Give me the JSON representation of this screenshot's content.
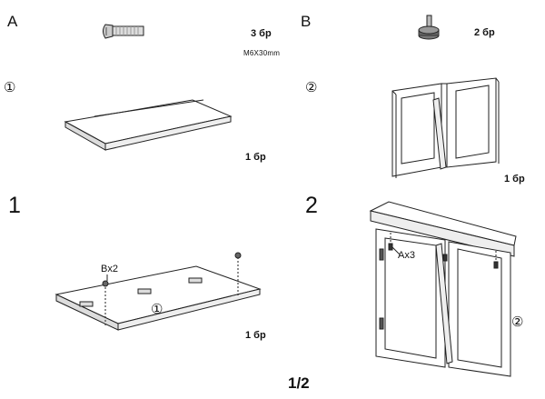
{
  "parts": {
    "a": {
      "letter": "A",
      "qty": "3 бр",
      "spec": "M6X30mm"
    },
    "b": {
      "letter": "B",
      "qty": "2 бр"
    }
  },
  "components": {
    "one": {
      "marker": "①",
      "qty": "1 бр"
    },
    "two": {
      "marker": "②",
      "qty": "1 бр"
    }
  },
  "steps": {
    "one": {
      "number": "1",
      "callout": "Bx2",
      "marker": "①",
      "qty": "1 бр"
    },
    "two": {
      "number": "2",
      "callout": "Ax3",
      "marker": "②"
    }
  },
  "page": {
    "number": "1/2"
  }
}
